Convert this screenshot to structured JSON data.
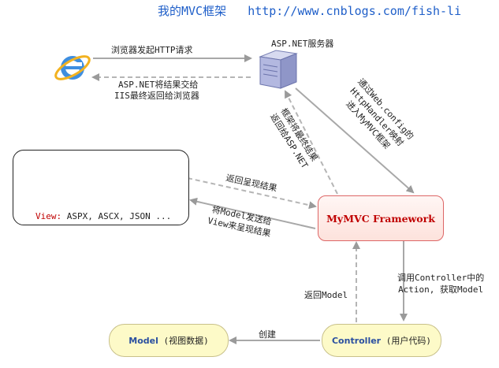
{
  "header": {
    "title": "我的MVC框架",
    "url": "http://www.cnblogs.com/fish-li"
  },
  "nodes": {
    "server_label": "ASP.NET服务器",
    "view_prefix": "View:",
    "view_types": "ASPX, ASCX, JSON ...",
    "framework": "MyMVC Framework",
    "model_name": "Model",
    "model_desc": "(视图数据)",
    "controller_name": "Controller",
    "controller_desc": "(用户代码)"
  },
  "edges": {
    "browser_request": "浏览器发起HTTP请求",
    "return_line1": "ASP.NET将结果交给",
    "return_line2": "IIS最终返回给浏览器",
    "enter_line1": "通过Web.config的",
    "enter_line2": "HttpHandler映射",
    "enter_line3": "进入MyMVC框架",
    "final_line1": "框架将最终结果",
    "final_line2": "返回给ASP.NET",
    "view_return": "返回呈现结果",
    "send_model_line1": "将Model发送给",
    "send_model_line2": "View来呈现结果",
    "call_line1": "调用Controller中的",
    "call_line2": "Action, 获取Model",
    "return_model": "返回Model",
    "create": "创建"
  },
  "colors": {
    "title": "#1f5fc9",
    "framework_text": "#c00000",
    "box_label": "#2a4fa0",
    "arrow": "#a8a8a8"
  },
  "icons": [
    "ie-browser-icon",
    "server-icon",
    "aspx-page-icon",
    "ascx-control-icon",
    "json-script-icon"
  ]
}
